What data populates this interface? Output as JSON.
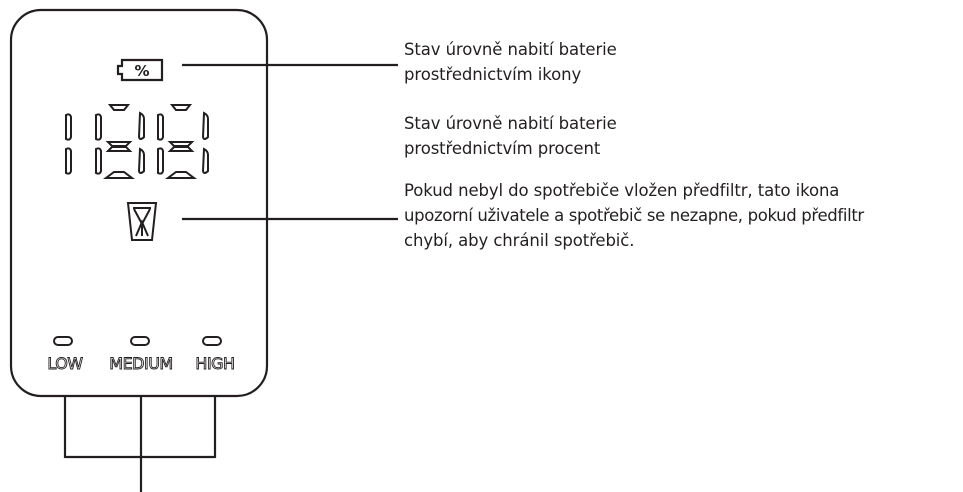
{
  "panel": {
    "battery_icon_text": "%",
    "level_labels": [
      "LOW",
      "MEDIUM",
      "HIGH"
    ]
  },
  "callouts": [
    {
      "lines": [
        "Stav úrovně nabití baterie",
        "prostřednictvím ikony"
      ]
    },
    {
      "lines": [
        "Stav úrovně nabití baterie",
        "prostřednictvím procent"
      ]
    },
    {
      "lines": [
        "Pokud nebyl do spotřebiče vložen předfiltr, tato ikona",
        "upozorní uživatele a spotřebič se nezapne, pokud předfiltr",
        "chybí, aby chránil spotřebič."
      ]
    }
  ],
  "colors": {
    "ink": "#231f20",
    "background": "#ffffff"
  }
}
